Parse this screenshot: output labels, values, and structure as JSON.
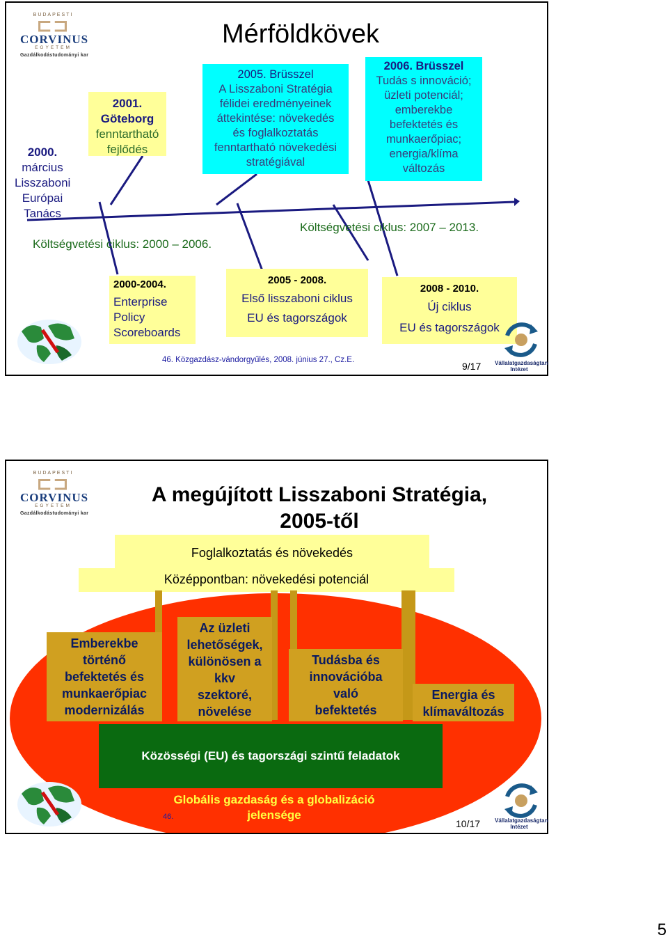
{
  "slide1": {
    "logo": {
      "top": "BUDAPESTI",
      "name": "CORVINUS",
      "sub": "EGYETEM",
      "faculty": "Gazdálkodástudományi kar"
    },
    "title": "Mérföldkövek",
    "m2000": [
      "2000.",
      "március",
      "Lisszaboni",
      "Európai",
      "Tanács"
    ],
    "m2001": {
      "year": "2001.",
      "city": "Göteborg",
      "lines": [
        "fenntartható",
        "fejlődés"
      ]
    },
    "m2005": {
      "head": "2005. Brüsszel",
      "lines": [
        "A Lisszaboni Stratégia",
        "félidei eredményeinek",
        "áttekintése: növekedés",
        "és foglalkoztatás",
        "fenntartható növekedési",
        "stratégiával"
      ]
    },
    "m2006": {
      "head": "2006. Brüsszel",
      "lines": [
        "Tudás s innováció;",
        "üzleti potenciál;",
        "emberekbe",
        "befektetés és",
        "munkaerőpiac;",
        "energia/klíma",
        "változás"
      ]
    },
    "budget1": "Költségvetési ciklus: 2000 – 2006.",
    "budget2": "Költségvetési ciklus: 2007 – 2013.",
    "p1": {
      "head": "2000-2004.",
      "lines": [
        "Enterprise",
        "Policy",
        "Scoreboards"
      ]
    },
    "p2": {
      "head": "2005 - 2008.",
      "l1": "Első lisszaboni ciklus",
      "l2": "EU és tagországok"
    },
    "p3": {
      "head": "2008 - 2010.",
      "l1": "Új ciklus",
      "l2": "EU és tagországok"
    },
    "footer": "46. Közgazdász-vándorgyűlés, 2008. június 27., Cz.E.",
    "page": "9/17",
    "vg": {
      "line1": "Vállalatgazdaságtan",
      "line2": "Intézet"
    }
  },
  "slide2": {
    "logo": {
      "top": "BUDAPESTI",
      "name": "CORVINUS",
      "sub": "EGYETEM",
      "faculty": "Gazdálkodástudományi kar"
    },
    "title": [
      "A megújított Lisszaboni Stratégia,",
      "2005-től"
    ],
    "roof1": "Foglalkoztatás és növekedés",
    "roof2": "Középpontban: növekedési potenciál",
    "pillars": [
      [
        "Emberekbe",
        "történő",
        "befektetés és",
        "munkaerőpiac",
        "modernizálás"
      ],
      [
        "Az üzleti",
        "lehetőségek,",
        "különösen a",
        "kkv",
        "szektoré,",
        "növelése"
      ],
      [
        "Tudásba és",
        "innovációba",
        "való",
        "befektetés"
      ],
      [
        "Energia és",
        "klímaváltozás"
      ]
    ],
    "base": "Közösségi (EU) és tagországi szintű feladatok",
    "global": [
      "Globális gazdaság és a globalizáció",
      "jelensége"
    ],
    "footer_partial": "46.",
    "page": "10/17",
    "vg": {
      "line1": "Vállalatgazdaságtan",
      "line2": "Intézet"
    }
  },
  "sheet_page": "5",
  "colors": {
    "yellow": "#ffff99",
    "cyan": "#00ffff",
    "red": "#ff3000",
    "green": "#0a6a10",
    "gold": "#d0a020",
    "navy": "#1a1aa0"
  }
}
